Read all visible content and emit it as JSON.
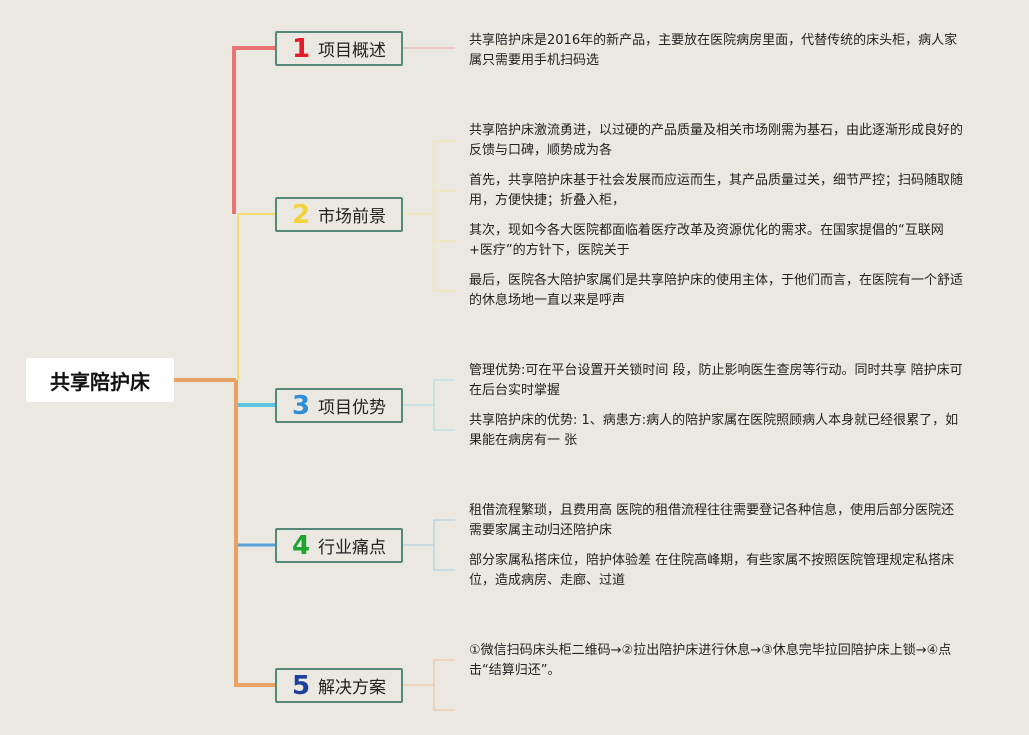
{
  "root": {
    "label": "共享陪护床"
  },
  "colors": {
    "background": "#ebe8e1",
    "node_border": "#54887a",
    "branch_1": "#e87573",
    "branch_2": "#f5dc6e",
    "branch_3": "#5bc6dd",
    "branch_4": "#5aa2dc",
    "branch_5": "#e8a264",
    "root_trunk": "#e8a264",
    "num_1": "#e11c2b",
    "num_2": "#f4d23c",
    "num_3": "#2c8fd8",
    "num_4": "#1fa52f",
    "num_5": "#1d3f9c"
  },
  "branches": [
    {
      "num": "1",
      "label": "项目概述",
      "leaves": [
        "共享陪护床是2016年的新产品，主要放在医院病房里面，代替传统的床头柜，病人家属只需要用手机扫码选"
      ]
    },
    {
      "num": "2",
      "label": "市场前景",
      "leaves": [
        "共享陪护床激流勇进，以过硬的产品质量及相关市场刚需为基石，由此逐渐形成良好的反馈与口碑，顺势成为各",
        "首先，共享陪护床基于社会发展而应运而生，其产品质量过关，细节严控；扫码随取随用，方便快捷；折叠入柜，",
        "其次，现如今各大医院都面临着医疗改革及资源优化的需求。在国家提倡的“互联网+医疗”的方针下，医院关于",
        "最后，医院各大陪护家属们是共享陪护床的使用主体，于他们而言，在医院有一个舒适的休息场地一直以来是呼声"
      ]
    },
    {
      "num": "3",
      "label": "项目优势",
      "leaves": [
        "管理优势:可在平台设置开关锁时间 段，防止影响医生查房等行动。同时共享 陪护床可在后台实时掌握",
        "共享陪护床的优势: 1、病患方:病人的陪护家属在医院照顾病人本身就已经很累了，如果能在病房有一 张"
      ]
    },
    {
      "num": "4",
      "label": "行业痛点",
      "leaves": [
        "租借流程繁琐，且费用高 医院的租借流程往往需要登记各种信息，使用后部分医院还需要家属主动归还陪护床",
        "部分家属私搭床位，陪护体验差 在住院高峰期，有些家属不按照医院管理规定私搭床位，造成病房、走廊、过道"
      ]
    },
    {
      "num": "5",
      "label": "解决方案",
      "leaves": [
        "①微信扫码床头柜二维码→②拉出陪护床进行休息→③休息完毕拉回陪护床上锁→④点击“结算归还”。"
      ]
    }
  ]
}
